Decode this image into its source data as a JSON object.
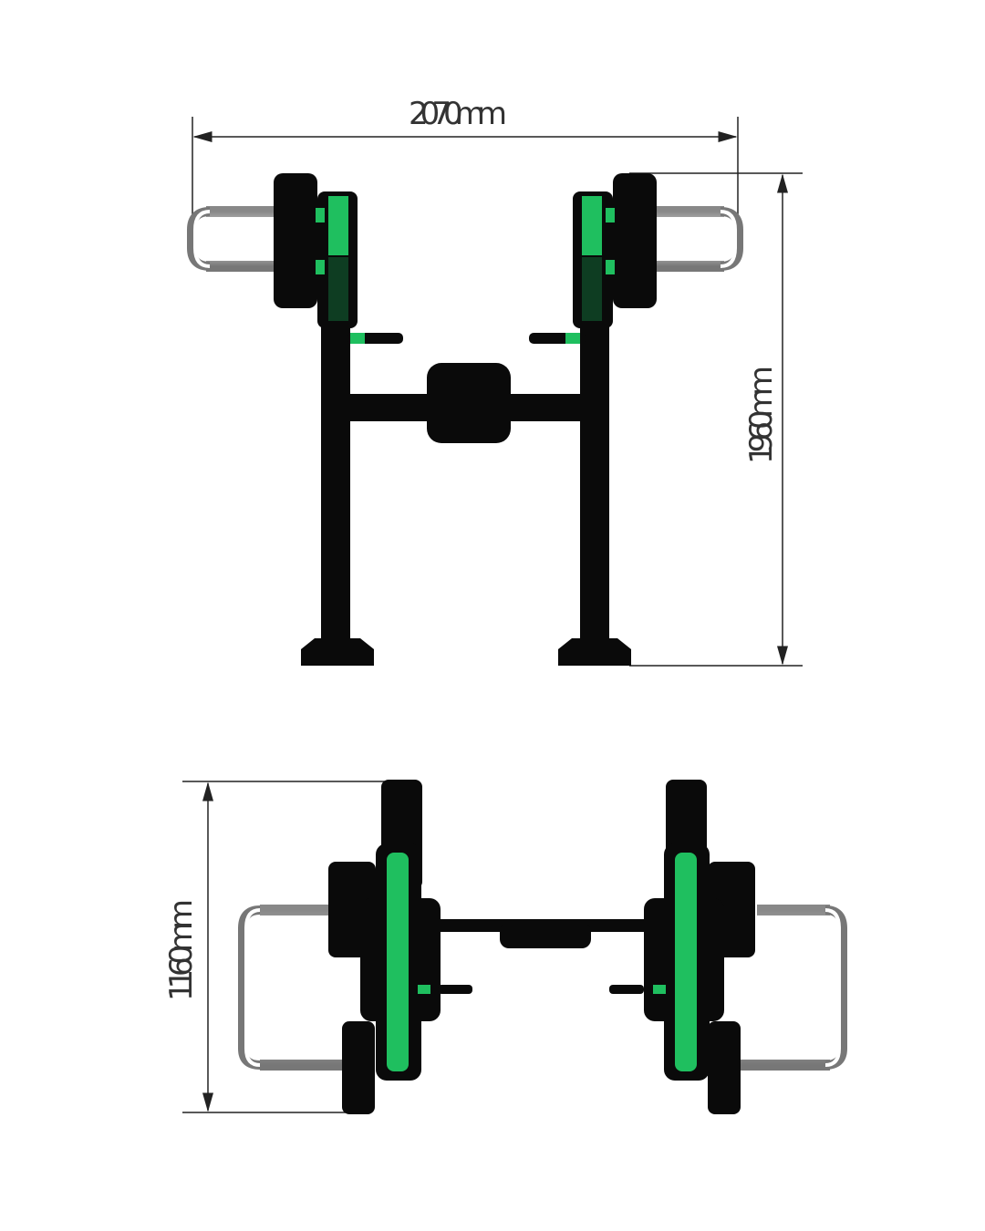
{
  "dimensions": {
    "width": "2070mm",
    "height": "1960mm",
    "depth": "1160mm"
  },
  "colors": {
    "frame": "#0a0a0a",
    "accent": "#1fbf5f",
    "dark_accent": "#0e3d22",
    "line": "#222222"
  }
}
